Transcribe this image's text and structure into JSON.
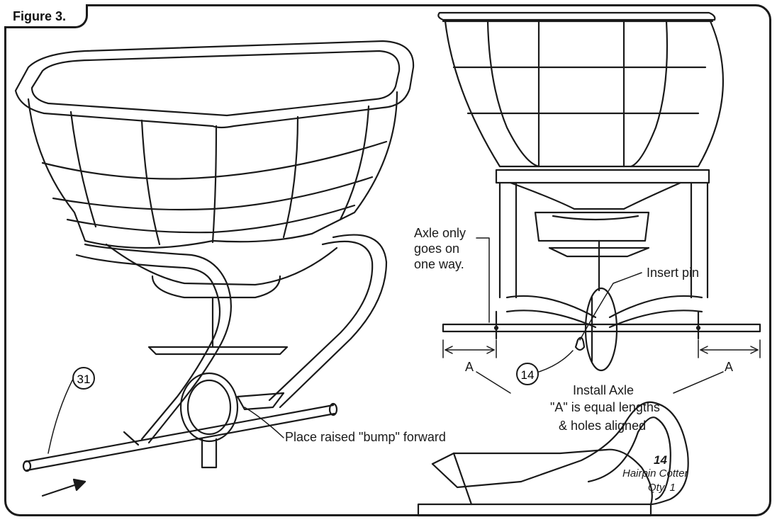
{
  "figure": {
    "label": "Figure 3."
  },
  "left_view": {
    "callout": "31",
    "bump_note": "Place raised \"bump\" forward"
  },
  "right_view": {
    "axle_note_line1": "Axle only",
    "axle_note_line2": "goes on",
    "axle_note_line3": "one way.",
    "insert_pin": "Insert pin",
    "callout": "14",
    "dim_left": "A",
    "dim_right": "A",
    "install_line1": "Install Axle",
    "install_line2": "\"A\" is equal lengths",
    "install_line3": "& holes aligned"
  },
  "detail": {
    "part_number": "14",
    "part_name": "Hairpin Cotter",
    "quantity": "Qty. 1"
  }
}
